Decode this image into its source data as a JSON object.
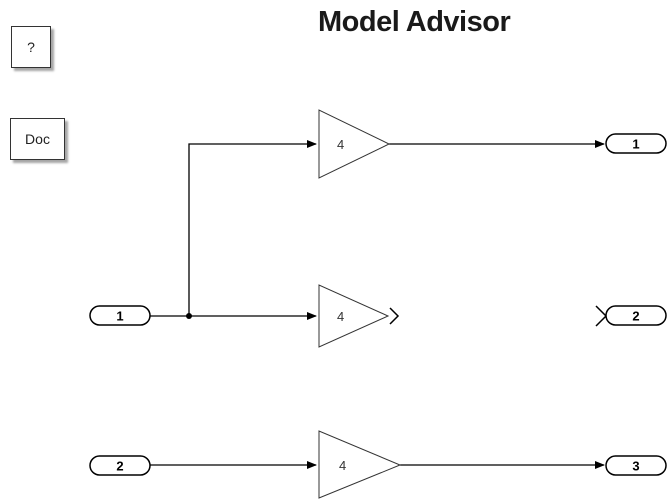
{
  "diagram": {
    "title": "Model Advisor",
    "help_block": {
      "label": "?"
    },
    "doc_block": {
      "label": "Doc"
    },
    "inports": [
      {
        "label": "1"
      },
      {
        "label": "2"
      }
    ],
    "gains": [
      {
        "label": "4"
      },
      {
        "label": "4"
      },
      {
        "label": "4"
      }
    ],
    "outports": [
      {
        "label": "1"
      },
      {
        "label": "2"
      },
      {
        "label": "3"
      }
    ]
  }
}
